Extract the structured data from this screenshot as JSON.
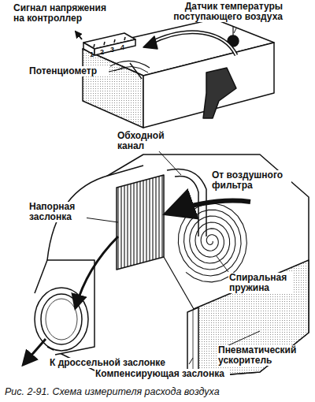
{
  "diagram": {
    "caption": "Рис. 2-91. Схема измерителя расхода воздуха",
    "labels": [
      "Сигнал напряжения на контроллер",
      "Датчик температуры поступающего воздуха",
      "1",
      "2",
      "3",
      "4",
      "Потенциометр",
      "Обходной канал",
      "От воздушного фильтра",
      "Напорная заслонка",
      "Спиральная пружина",
      "Пневматический ускоритель",
      "К дроссельной заслонке",
      "Компенсирующая заслонка"
    ]
  }
}
